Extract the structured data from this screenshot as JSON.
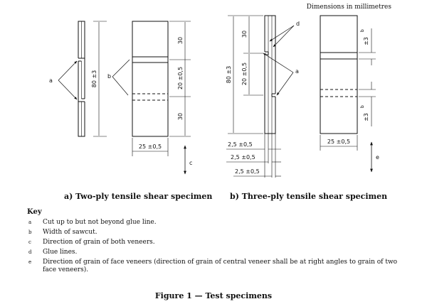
{
  "header": {
    "units_note": "Dimensions in millimetres"
  },
  "drawing_a": {
    "len_total": "80 ±3",
    "len_top": "30",
    "len_gap": "20 ±0,5",
    "len_bottom": "30",
    "width": "25 ±0,5",
    "ref_a": "a",
    "ref_b": "b",
    "ref_c": "c"
  },
  "drawing_b": {
    "len_total": "80 ±3",
    "len_top": "30",
    "len_gap": "20 ±0,5",
    "width": "25 ±0,5",
    "ply1": "2,5 ±0,5",
    "ply2": "2,5 ±0,5",
    "ply3": "2,5 ±0,5",
    "sawcut_top": "±3",
    "sawcut_top_ref": "b",
    "sawcut_bottom": "±3",
    "sawcut_bottom_ref": "b",
    "ref_a": "a",
    "ref_d": "d",
    "ref_e": "e"
  },
  "captions": {
    "a": "a) Two-ply tensile shear specimen",
    "b": "b) Three-ply tensile shear specimen"
  },
  "key": {
    "title": "Key",
    "items": [
      {
        "letter": "a",
        "text": "Cut up to but not beyond glue line."
      },
      {
        "letter": "b",
        "text": "Width of sawcut."
      },
      {
        "letter": "c",
        "text": "Direction of grain of both veneers."
      },
      {
        "letter": "d",
        "text": "Glue lines."
      },
      {
        "letter": "e",
        "text": "Direction of grain of face veneers (direction of grain of central veneer shall be at right angles to grain of two face veneers)."
      }
    ]
  },
  "figure_title": "Figure 1 — Test specimens"
}
